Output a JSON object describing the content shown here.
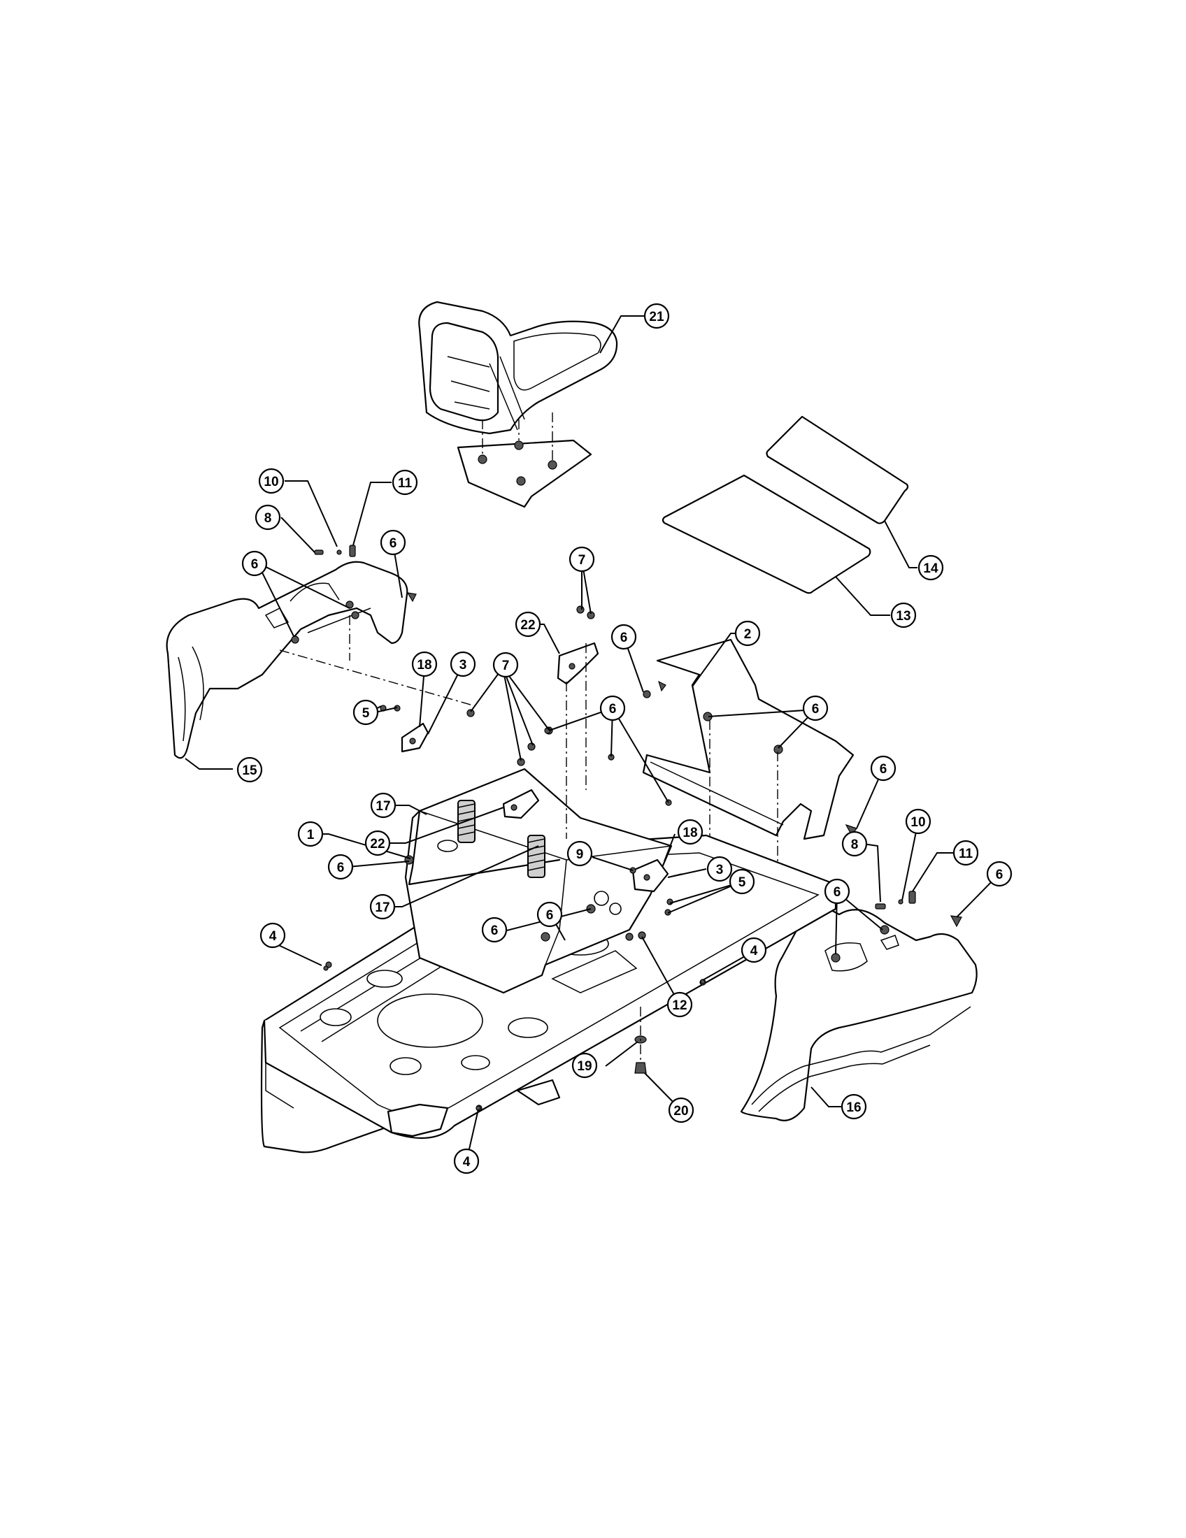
{
  "callouts": [
    {
      "label": "21"
    },
    {
      "label": "14"
    },
    {
      "label": "13"
    },
    {
      "label": "10"
    },
    {
      "label": "11"
    },
    {
      "label": "8"
    },
    {
      "label": "6"
    },
    {
      "label": "6"
    },
    {
      "label": "15"
    },
    {
      "label": "7"
    },
    {
      "label": "22"
    },
    {
      "label": "6"
    },
    {
      "label": "2"
    },
    {
      "label": "5"
    },
    {
      "label": "18"
    },
    {
      "label": "3"
    },
    {
      "label": "7"
    },
    {
      "label": "6"
    },
    {
      "label": "6"
    },
    {
      "label": "6"
    },
    {
      "label": "17"
    },
    {
      "label": "22"
    },
    {
      "label": "1"
    },
    {
      "label": "6"
    },
    {
      "label": "17"
    },
    {
      "label": "9"
    },
    {
      "label": "18"
    },
    {
      "label": "3"
    },
    {
      "label": "5"
    },
    {
      "label": "6"
    },
    {
      "label": "6"
    },
    {
      "label": "4"
    },
    {
      "label": "4"
    },
    {
      "label": "12"
    },
    {
      "label": "19"
    },
    {
      "label": "20"
    },
    {
      "label": "4"
    },
    {
      "label": "8"
    },
    {
      "label": "10"
    },
    {
      "label": "11"
    },
    {
      "label": "6"
    },
    {
      "label": "6"
    },
    {
      "label": "16"
    }
  ]
}
